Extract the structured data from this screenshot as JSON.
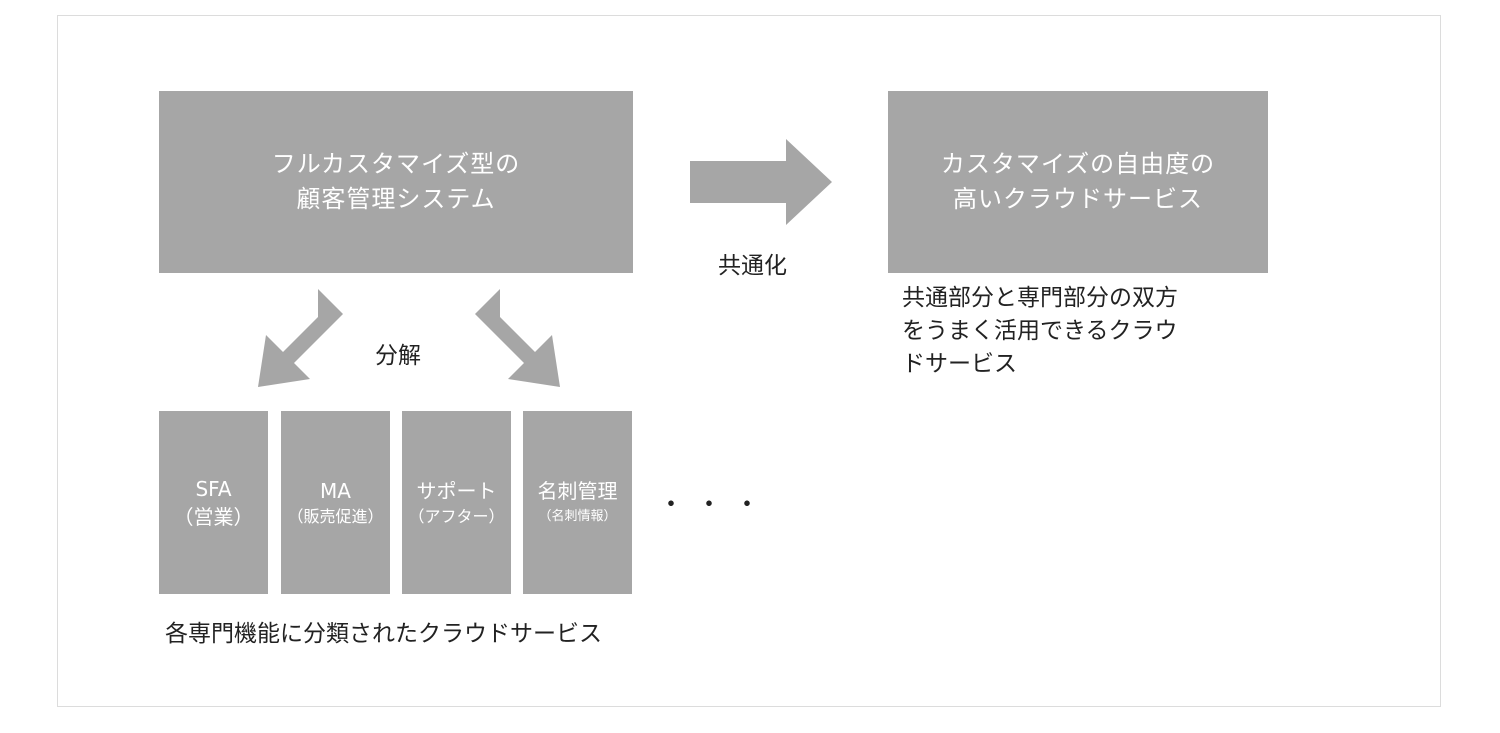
{
  "diagram": {
    "source_box": {
      "line1": "フルカスタマイズ型の",
      "line2": "顧客管理システム"
    },
    "target_box": {
      "line1": "カスタマイズの自由度の",
      "line2": "高いクラウドサービス"
    },
    "arrow_label_right": "共通化",
    "arrow_label_down": "分解",
    "target_caption": {
      "line1": "共通部分と専門部分の双方",
      "line2": "をうまく活用できるクラウ",
      "line3": "ドサービス"
    },
    "modules": [
      {
        "main": "SFA",
        "sub": "（営業）"
      },
      {
        "main": "MA",
        "sub": "（販売促進）"
      },
      {
        "main": "サポート",
        "sub": "（アフター）"
      },
      {
        "main": "名刺管理",
        "sub": "（名刺情報）"
      }
    ],
    "ellipsis": "・・・",
    "modules_caption": "各専門機能に分類されたクラウドサービス",
    "colors": {
      "box_fill": "#a6a6a6",
      "box_text": "#ffffff",
      "text": "#222222",
      "frame": "#dcdcdc"
    }
  }
}
